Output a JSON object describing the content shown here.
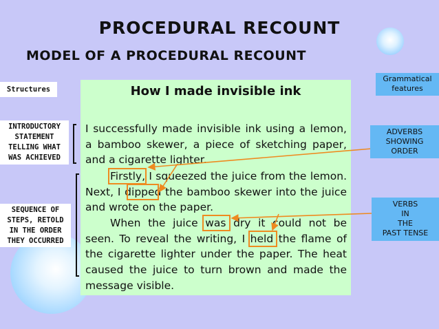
{
  "page": {
    "title": "PROCEDURAL RECOUNT",
    "subtitle": "MODEL OF A PROCEDURAL RECOUNT"
  },
  "left_labels": {
    "structures": "Structures",
    "introductory": [
      "INTRODUCTORY",
      "STATEMENT",
      "TELLING WHAT",
      "WAS ACHIEVED"
    ],
    "sequence": [
      "SEQUENCE OF",
      "STEPS, RETOLD",
      "IN THE ORDER",
      "THEY OCCURRED"
    ]
  },
  "right_labels": {
    "grammatical": [
      "Grammatical",
      "features"
    ],
    "adverbs": [
      "ADVERBS",
      "SHOWING",
      "ORDER"
    ],
    "verbs": [
      "VERBS",
      "IN",
      "THE",
      "PAST TENSE"
    ]
  },
  "text": {
    "title": "How I made invisible ink",
    "para1": "I successfully made invisible ink using a lemon, a bamboo skewer, a piece of sketching paper, and a cigarette lighter.",
    "para2": "Firstly, I squeezed the juice from the lemon. Next, I dipped the bamboo skewer into the juice and wrote on the paper.",
    "para3": "When the juice was dry it could not be seen. To reveal the writing, I held the flame of the cigarette lighter under the paper. The heat caused the juice to turn brown and made the message visible."
  },
  "colors": {
    "background": "#c8c8f8",
    "text_panel": "#ccffcc",
    "feature_box": "#64b8f4",
    "highlight": "#ee8a20"
  }
}
